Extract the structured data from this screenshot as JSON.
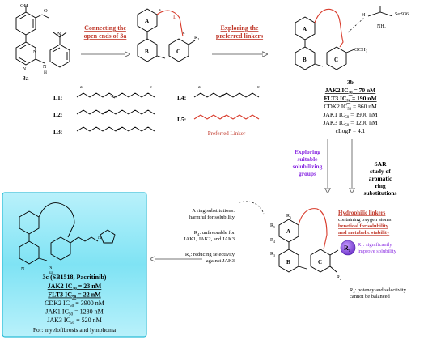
{
  "compound_3a": {
    "label": "3a"
  },
  "arrow1": {
    "line1": "Connecting the",
    "line2": "open ends of 3a"
  },
  "arrow2": {
    "line1": "Exploring the",
    "line2": "preferred linkers"
  },
  "intermediate": {
    "ringA": "A",
    "ringB": "B",
    "ringC": "C",
    "pos_a": "a",
    "pos_c": "c",
    "r1": "R",
    "r1_sub": "1",
    "l": "L"
  },
  "linkers": {
    "pos_a": "a",
    "pos_c": "c",
    "items": [
      {
        "id": "L1:"
      },
      {
        "id": "L2:"
      },
      {
        "id": "L3:"
      },
      {
        "id": "L4:"
      },
      {
        "id": "L5:"
      }
    ],
    "preferred_caption": "Preferred Linker"
  },
  "compound_3b": {
    "label": "3b",
    "residue": "Ser936",
    "nh2": "NH₂",
    "h": "H",
    "och3": "OCH₃",
    "lines": [
      {
        "text": "JAK2 IC",
        "sub": "50",
        "rest": " = 70 nM",
        "bold": true
      },
      {
        "text": "FLT3 IC",
        "sub": "50",
        "rest": " = 190 nM",
        "bold": true
      },
      {
        "text": "CDK2 IC",
        "sub": "50",
        "rest": " = 860 nM",
        "bold": false
      },
      {
        "text": "JAK1 IC",
        "sub": "50",
        "rest": " = 1900 nM",
        "bold": false
      },
      {
        "text": "JAK3 IC",
        "sub": "50",
        "rest": " = 1200 nM",
        "bold": false
      },
      {
        "text": "cLogP = 4.1",
        "sub": "",
        "rest": "",
        "bold": false
      }
    ]
  },
  "exploring_groups": {
    "line1": "Exploring",
    "line2": "suitable",
    "line3": "solubilizing",
    "line4": "groups"
  },
  "sar": {
    "line1": "SAR",
    "line2": "study of",
    "line3": "aromatic",
    "line4": "ring",
    "line5": "substitutions"
  },
  "sar_notes": {
    "a_ring_1": "A ring substitutions:",
    "a_ring_2": "harmful for solubility",
    "r4_1": "R",
    "r4_sub": "4",
    "r4_2": ": unfavorable for",
    "r4_3": "JAK1, JAK2, and JAK3",
    "r3_1": "R",
    "r3_sub": "3",
    "r3_2": ": reducing selectivity",
    "r3_3": "against JAK3",
    "hydro_title": "Hydrophilic linkers",
    "hydro_2": "containing oxygen atoms:",
    "hydro_3": "benefical for solubility",
    "hydro_4": "and metabolic stability",
    "r1_1": "R",
    "r1_sub": "1",
    "r1_2": ": significantly",
    "r1_3": "improve solubility",
    "r2_1": "R",
    "r2_sub": "2",
    "r2_2": ": potency and selectivity",
    "r2_3": "cannot be balanced",
    "ring_labels": {
      "A": "A",
      "B": "B",
      "C": "C",
      "R1": "R",
      "R1s": "1",
      "R2": "R",
      "R2s": "2",
      "R3": "R",
      "R3s": "3",
      "R4": "R",
      "R4s": "4",
      "R5": "R",
      "R5s": "5",
      "R6": "R",
      "R6s": "6"
    }
  },
  "pacritinib": {
    "title": "3c (SB1518, Pacritinib)",
    "lines": [
      {
        "text": "JAK2 IC",
        "sub": "50",
        "rest": " = 23 nM",
        "bold": true
      },
      {
        "text": "FLT3 IC",
        "sub": "50",
        "rest": " = 22 nM",
        "bold": true
      },
      {
        "text": "CDK2 IC",
        "sub": "50",
        "rest": " = 3900 nM",
        "bold": false
      },
      {
        "text": "JAK1 IC",
        "sub": "50",
        "rest": " = 1280 nM",
        "bold": false
      },
      {
        "text": "JAK3 IC",
        "sub": "50",
        "rest": " = 520 nM",
        "bold": false
      }
    ],
    "use": "For: myelofibrosis and lymphoma",
    "nh": "N",
    "h": "H"
  },
  "colors": {
    "red": "#d83a2a",
    "purple": "#8a2be2",
    "box": "#63d7ec",
    "r1_circle": "#7a3fd1"
  }
}
